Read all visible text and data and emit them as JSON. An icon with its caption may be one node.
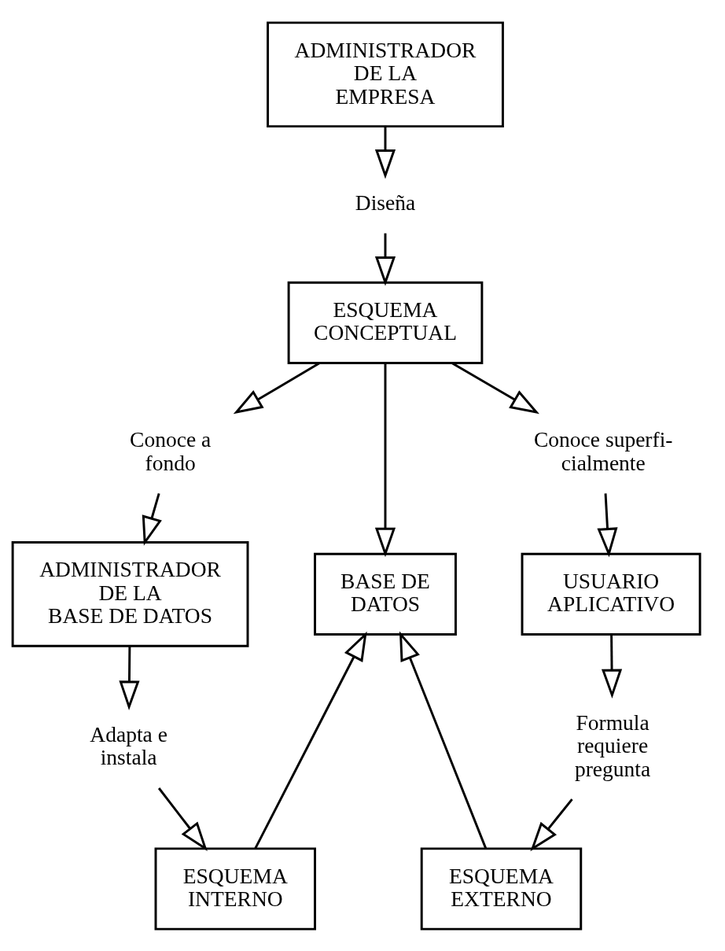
{
  "diagram": {
    "nodes": [
      {
        "text": [
          "ADMINISTRADOR DE LA EMPRESA"
        ]
      },
      {
        "text": [
          "Diseña"
        ]
      },
      {
        "text": [
          "ESQUEMA CONCEPTUAL"
        ]
      },
      {
        "text": [
          "Conoce a fondo"
        ]
      },
      {
        "text": [
          "Conoce superfi- cialmente"
        ]
      },
      {
        "text": [
          "ADMINISTRADOR DE LA BASE DE DATOS"
        ]
      },
      {
        "text": [
          "USUARIO APLICATIVO"
        ]
      },
      {
        "text": [
          "BASE DE DATOS"
        ]
      },
      {
        "text": [
          "Adapta e instala"
        ]
      },
      {
        "text": [
          "Formula requiere pregunta"
        ]
      },
      {
        "text": [
          "ESQUEMA INTERNO"
        ]
      },
      {
        "text": [
          "ESQUEMA EXTERNO"
        ]
      }
    ],
    "edges": [
      {
        "from": 0,
        "to": 1,
        "arrow": "to"
      },
      {
        "from": 1,
        "to": 2,
        "arrow": "to"
      },
      {
        "from": 2,
        "to": 3,
        "arrow": "to"
      },
      {
        "from": 2,
        "to": 4,
        "arrow": "to"
      },
      {
        "from": 3,
        "to": 5,
        "arrow": "to"
      },
      {
        "from": 2,
        "to": 7,
        "arrow": "to"
      },
      {
        "from": 4,
        "to": 6,
        "arrow": "to"
      },
      {
        "from": 5,
        "to": 8,
        "arrow": "to"
      },
      {
        "from": 6,
        "to": 9,
        "arrow": "to"
      },
      {
        "from": 8,
        "to": 10,
        "arrow": "to"
      },
      {
        "from": 10,
        "to": 7,
        "arrow": "to"
      },
      {
        "from": 11,
        "to": 7,
        "arrow": "to"
      },
      {
        "from": 9,
        "to": 11,
        "arrow": "to"
      }
    ]
  }
}
